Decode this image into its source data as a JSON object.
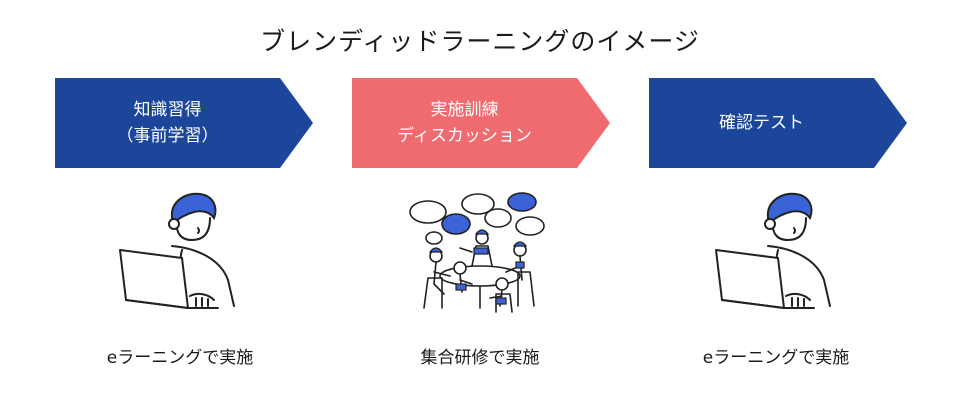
{
  "title": "ブレンディッドラーニングのイメージ",
  "colors": {
    "navy": "#1b469a",
    "coral": "#f06b6f",
    "accent_blue": "#3a63d8",
    "line": "#222222"
  },
  "stages": [
    {
      "line1": "知識習得",
      "line2": "（事前学習）",
      "color": "#1b469a",
      "caption": "eラーニングで実施",
      "illustration": "person-at-laptop-icon"
    },
    {
      "line1": "実施訓練",
      "line2": "ディスカッション",
      "color": "#f06b6f",
      "caption": "集合研修で実施",
      "illustration": "group-discussion-icon"
    },
    {
      "line1": "確認テスト",
      "line2": "",
      "color": "#1b469a",
      "caption": "eラーニングで実施",
      "illustration": "person-at-laptop-icon"
    }
  ]
}
